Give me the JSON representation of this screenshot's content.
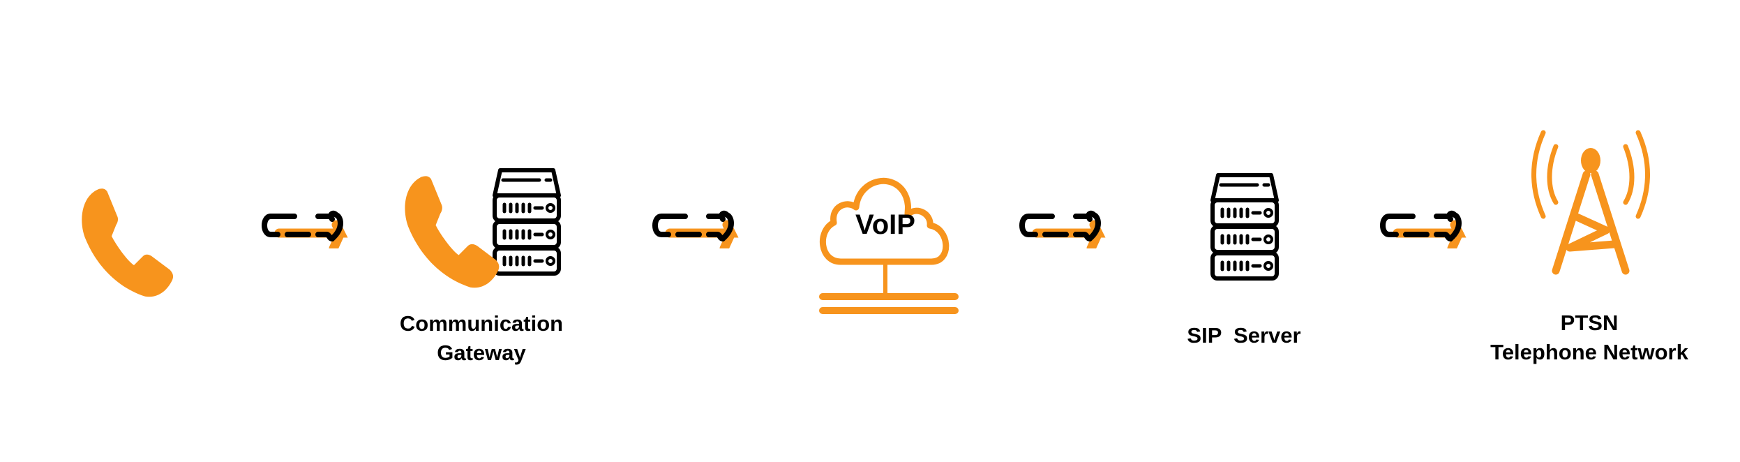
{
  "colors": {
    "accent": "#F7941D",
    "ink": "#000000"
  },
  "nodes": [
    {
      "id": "phone",
      "icon": "phone-icon",
      "label_lines": []
    },
    {
      "id": "gateway",
      "icon": "gateway-icon",
      "label_lines": [
        "Communication",
        "Gateway"
      ]
    },
    {
      "id": "voip",
      "icon": "cloud-icon",
      "cloud_text": "VoIP",
      "label_lines": []
    },
    {
      "id": "sip",
      "icon": "server-icon",
      "label_lines": [
        "SIP  Server"
      ]
    },
    {
      "id": "ptsn",
      "icon": "tower-icon",
      "label_lines": [
        "PTSN",
        "Telephone Network"
      ]
    }
  ]
}
